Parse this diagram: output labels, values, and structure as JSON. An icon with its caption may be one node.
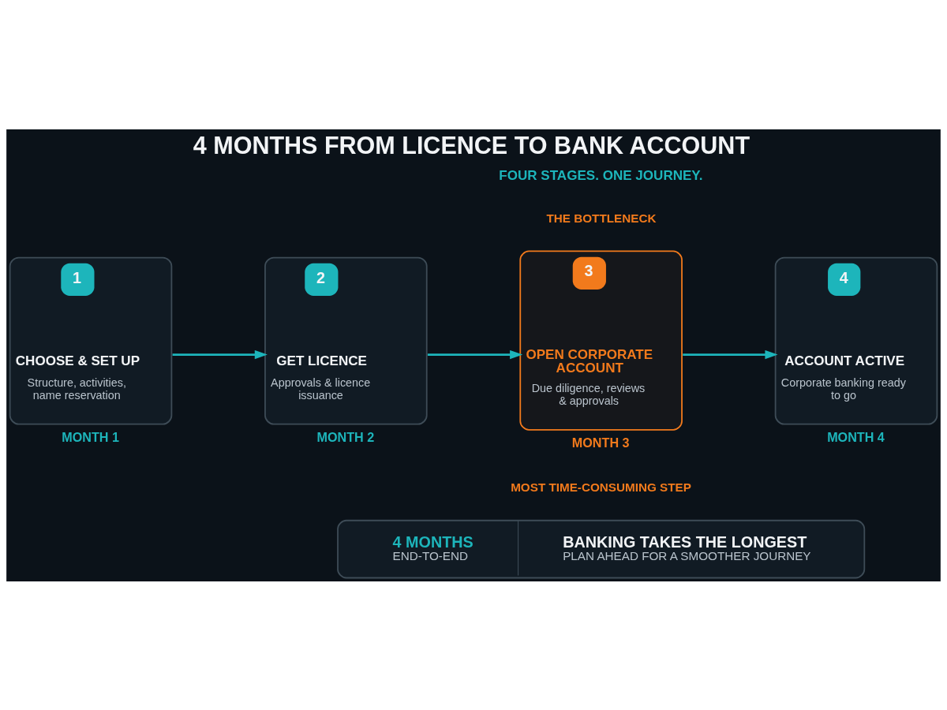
{
  "diagram": {
    "title": "4 MONTHS FROM LICENCE TO BANK ACCOUNT",
    "nodes": [
      {
        "text": [
          "1",
          "CHOOSE & SET UP",
          "Structure, activities, name reservation"
        ],
        "beside": [
          "MONTH 1"
        ]
      },
      {
        "text": [
          "2",
          "GET LICENCE",
          "Approvals & licence issuance"
        ],
        "beside": [
          "MONTH 2"
        ]
      },
      {
        "text": [
          "3",
          "OPEN CORPORATE ACCOUNT",
          "Due diligence, reviews & approvals"
        ],
        "beside": [
          "MONTH 3"
        ]
      },
      {
        "text": [
          "4",
          "ACCOUNT ACTIVE",
          "Corporate banking ready to go"
        ],
        "beside": [
          "MONTH 4"
        ]
      },
      {
        "text": [
          "4 MONTHS",
          "END-TO-END",
          "BANKING TAKES THE LONGEST",
          "PLAN AHEAD FOR A SMOOTHER JOURNEY"
        ]
      }
    ],
    "edges": [
      {
        "from": 0,
        "to": 1,
        "arrow": "to"
      },
      {
        "from": 1,
        "to": 2,
        "arrow": "to"
      },
      {
        "from": 2,
        "to": 3,
        "arrow": "to"
      }
    ],
    "labels": [
      "FOUR STAGES. ONE JOURNEY.",
      "THE BOTTLENECK",
      "MOST TIME-CONSUMING STEP"
    ]
  }
}
